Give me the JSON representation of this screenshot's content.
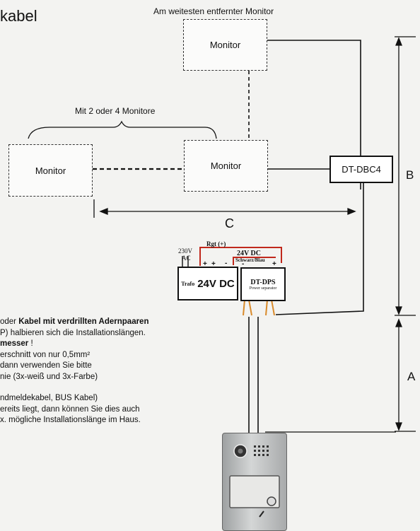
{
  "title_fragment": "kabel",
  "top_monitor_caption": "Am weitesten entfernter Monitor",
  "group_caption": "Mit 2 oder 4 Monitore",
  "monitor_label": "Monitor",
  "controller_label": "DT-DBC4",
  "dim_labels": {
    "B": "B",
    "C": "C",
    "A": "A"
  },
  "power": {
    "ac_label_line1": "230V",
    "ac_label_line2": "AC",
    "rgt_label": "Rgt (+)",
    "dc_label": "24V DC",
    "wire_label": "Schwarz/Blau",
    "trafo_small": "Trafo",
    "trafo_big": "24V DC",
    "dps_title": "DT-DPS",
    "dps_sub": "Power separator",
    "plus": "+",
    "minus": "-"
  },
  "notes": {
    "line1_prefix": "oder ",
    "line1_bold": "Kabel mit verdrillten Adernpaaren",
    "line2": "P) halbieren sich die Installationslängen.",
    "line3_bold": "messer",
    "line3_rest": " !",
    "line4": "erschnitt von nur 0,5mm²",
    "line5": "dann verwenden Sie bitte",
    "line6": "nie (3x-weiß und 3x-Farbe)",
    "line7": "ndmeldekabel, BUS Kabel)",
    "line8": "ereits liegt, dann können Sie dies auch",
    "line9": "x. mögliche Installationslänge im Haus."
  },
  "colors": {
    "red_wire": "#c0281c",
    "orange_wire": "#d98a2a",
    "line": "#111111"
  }
}
